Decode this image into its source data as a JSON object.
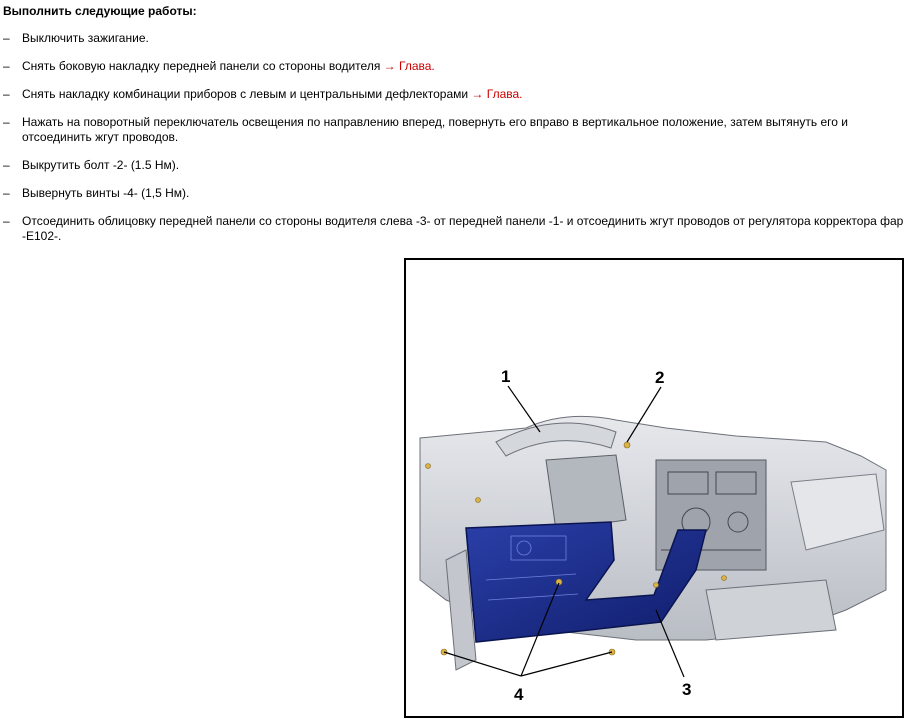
{
  "heading": "Выполнить следующие работы:",
  "steps": [
    {
      "dash": "–",
      "text": "Выключить зажигание.",
      "link": ""
    },
    {
      "dash": "–",
      "text": "Снять боковую накладку передней панели со стороны водителя ",
      "link": "→ Глава."
    },
    {
      "dash": "–",
      "text": "Снять накладку комбинации приборов с левым и центральными дефлекторами ",
      "link": "→ Глава."
    },
    {
      "dash": "–",
      "text": "Нажать на поворотный переключатель освещения по направлению вперед, повернуть его вправо в вертикальное положение, затем вытянуть его и отсоединить жгут проводов.",
      "link": ""
    },
    {
      "dash": "–",
      "text": "Выкрутить болт -2- (1.5 Нм).",
      "link": ""
    },
    {
      "dash": "–",
      "text": "Вывернуть винты -4- (1,5 Нм).",
      "link": ""
    },
    {
      "dash": "–",
      "text": "Отсоединить облицовку передней панели со стороны водителя слева -3- от передней панели -1- и отсоединить жгут проводов от регулятора корректора фар -E102-.",
      "link": ""
    }
  ],
  "figure": {
    "callouts": [
      "1",
      "2",
      "3",
      "4"
    ],
    "colors": {
      "panel": "#1c2f8c",
      "dashboard": "#c9cdd3",
      "fastener": "#d9b24a"
    }
  }
}
